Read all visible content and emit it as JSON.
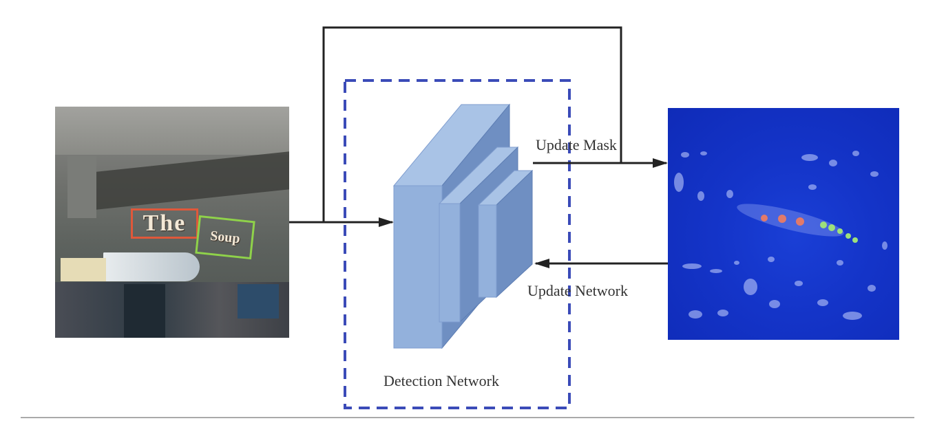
{
  "diagram": {
    "labels": {
      "update_mask": "Update Mask",
      "update_network": "Update Network",
      "detection_network": "Detection Network"
    },
    "scene_words": {
      "word1": "The",
      "word2": "Soup"
    },
    "colors": {
      "dashed_box": "#3b4bb8",
      "layer_face": "#93b1dc",
      "layer_side": "#6f8fc2",
      "layer_top": "#a9c3e6",
      "arrow": "#222222",
      "box_red": "#e0583a",
      "box_green": "#8fd24a",
      "mask_blue": "#1434c8"
    }
  }
}
